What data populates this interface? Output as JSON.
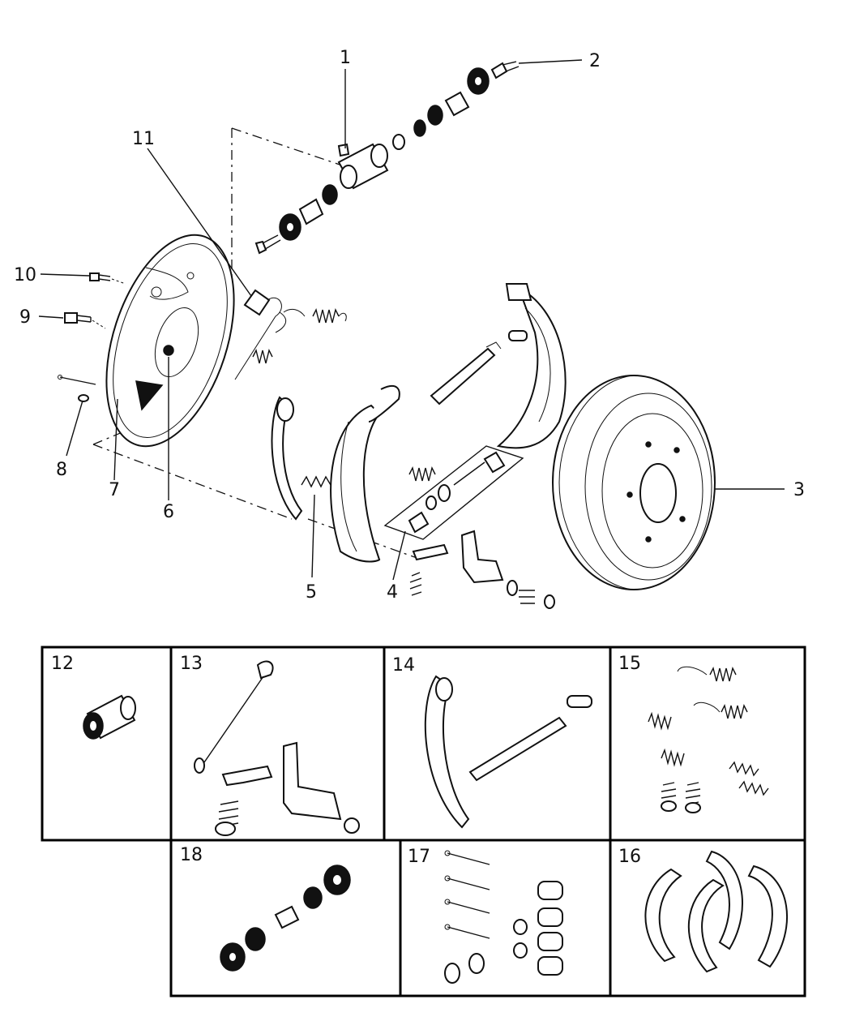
{
  "diagram": {
    "callouts": [
      {
        "id": "callout-1",
        "label": "1"
      },
      {
        "id": "callout-2",
        "label": "2"
      },
      {
        "id": "callout-3",
        "label": "3"
      },
      {
        "id": "callout-4",
        "label": "4"
      },
      {
        "id": "callout-5",
        "label": "5"
      },
      {
        "id": "callout-6",
        "label": "6"
      },
      {
        "id": "callout-7",
        "label": "7"
      },
      {
        "id": "callout-8",
        "label": "8"
      },
      {
        "id": "callout-9",
        "label": "9"
      },
      {
        "id": "callout-10",
        "label": "10"
      },
      {
        "id": "callout-11",
        "label": "11"
      }
    ],
    "kit_boxes": [
      {
        "id": "kit-12",
        "label": "12"
      },
      {
        "id": "kit-13",
        "label": "13"
      },
      {
        "id": "kit-14",
        "label": "14"
      },
      {
        "id": "kit-15",
        "label": "15"
      },
      {
        "id": "kit-16",
        "label": "16"
      },
      {
        "id": "kit-17",
        "label": "17"
      },
      {
        "id": "kit-18",
        "label": "18"
      }
    ]
  }
}
